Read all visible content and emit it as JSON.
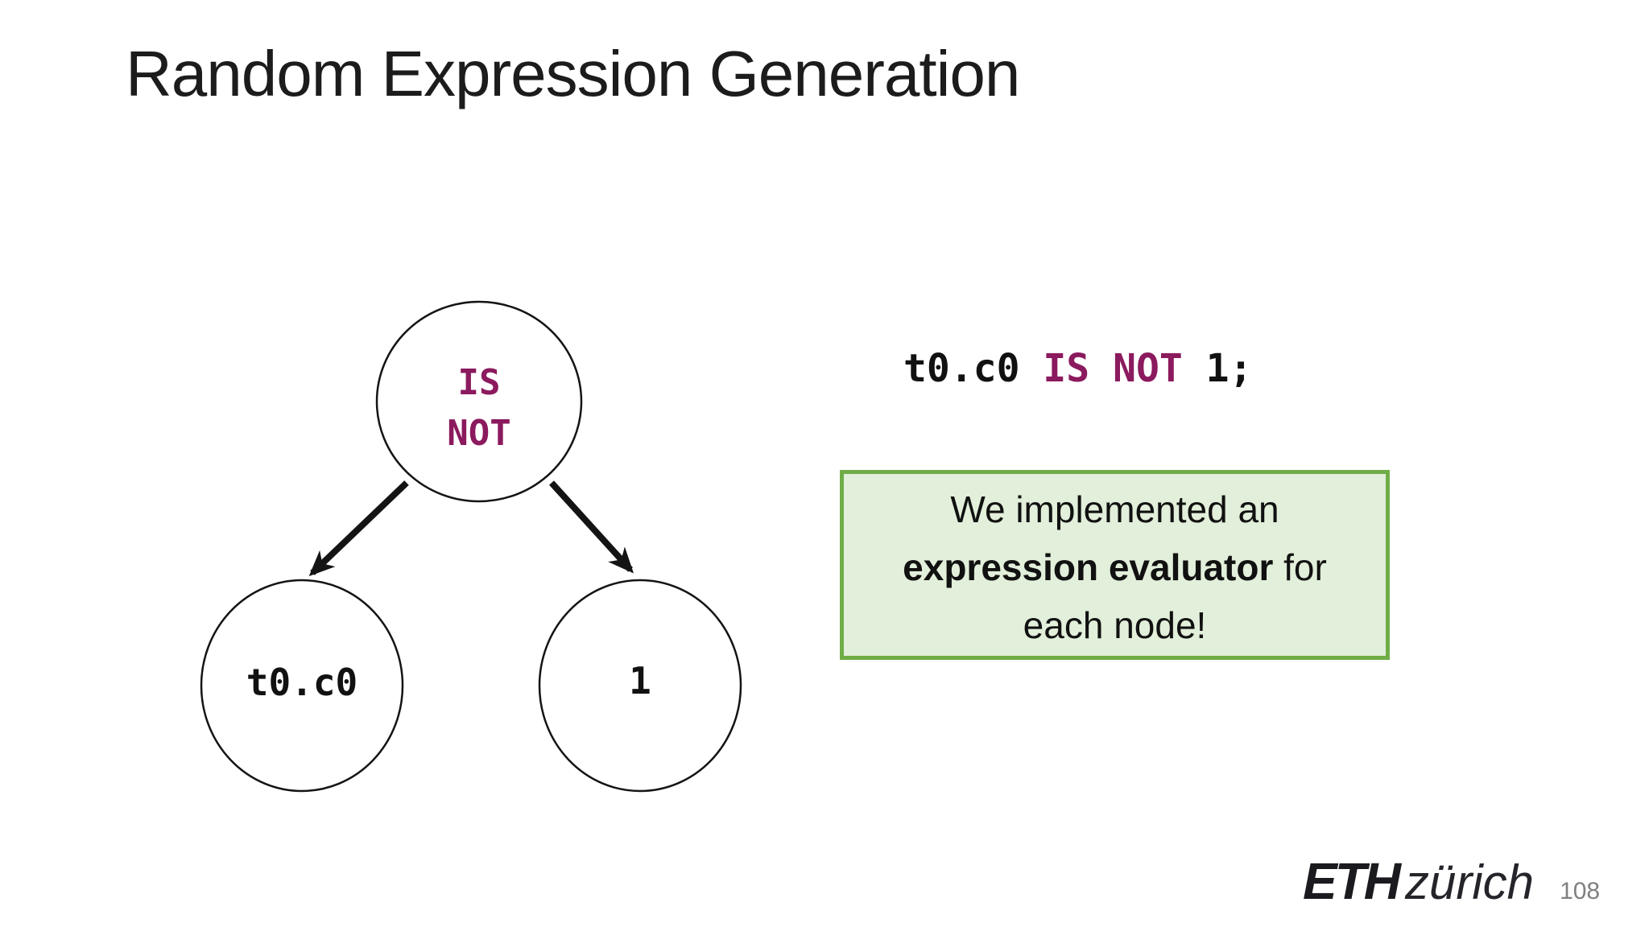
{
  "slide": {
    "title": "Random Expression Generation",
    "page_number": "108"
  },
  "tree": {
    "root_line1": "IS",
    "root_line2": "NOT",
    "left_leaf": "t0.c0",
    "right_leaf": "1"
  },
  "expression": {
    "left": "t0.c0 ",
    "operator": "IS NOT",
    "right": " 1;"
  },
  "callout": {
    "line1": "We implemented an",
    "line2_bold": "expression evaluator",
    "line2_rest": " for",
    "line3": "each node!"
  },
  "logo": {
    "eth": "ETH",
    "city": "zürich"
  },
  "colors": {
    "keyword_magenta": "#8B1A5E",
    "callout_fill": "#E2EFDA",
    "callout_border": "#70AD47",
    "page_gray": "#808080"
  }
}
